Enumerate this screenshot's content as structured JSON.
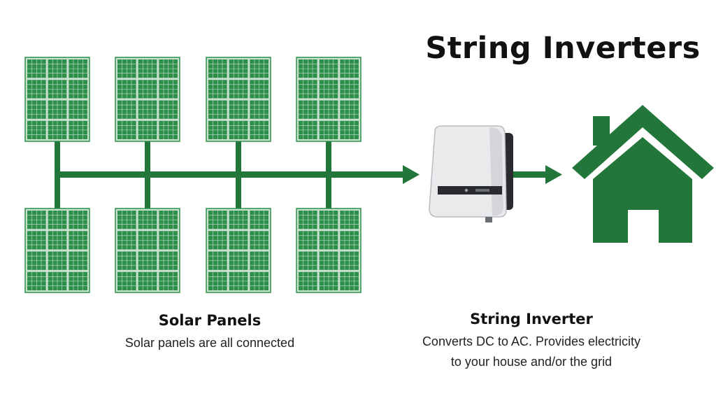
{
  "title": "String Inverters",
  "solar_panels": {
    "label": "Solar Panels",
    "description": "Solar panels are all connected",
    "count": 8
  },
  "string_inverter": {
    "label": "String Inverter",
    "description_line1": "Converts DC to AC. Provides electricity",
    "description_line2": "to your house and/or the grid"
  },
  "colors": {
    "green": "#22763a",
    "panel_cell": "#2e8f4b",
    "panel_grid": "#c9e2cf",
    "inverter_body": "#e9eaec",
    "inverter_edge": "#b8bbbf",
    "title": "#111111"
  },
  "icons": {
    "house": "house-icon",
    "inverter": "inverter-icon",
    "panel": "solar-panel-icon"
  }
}
